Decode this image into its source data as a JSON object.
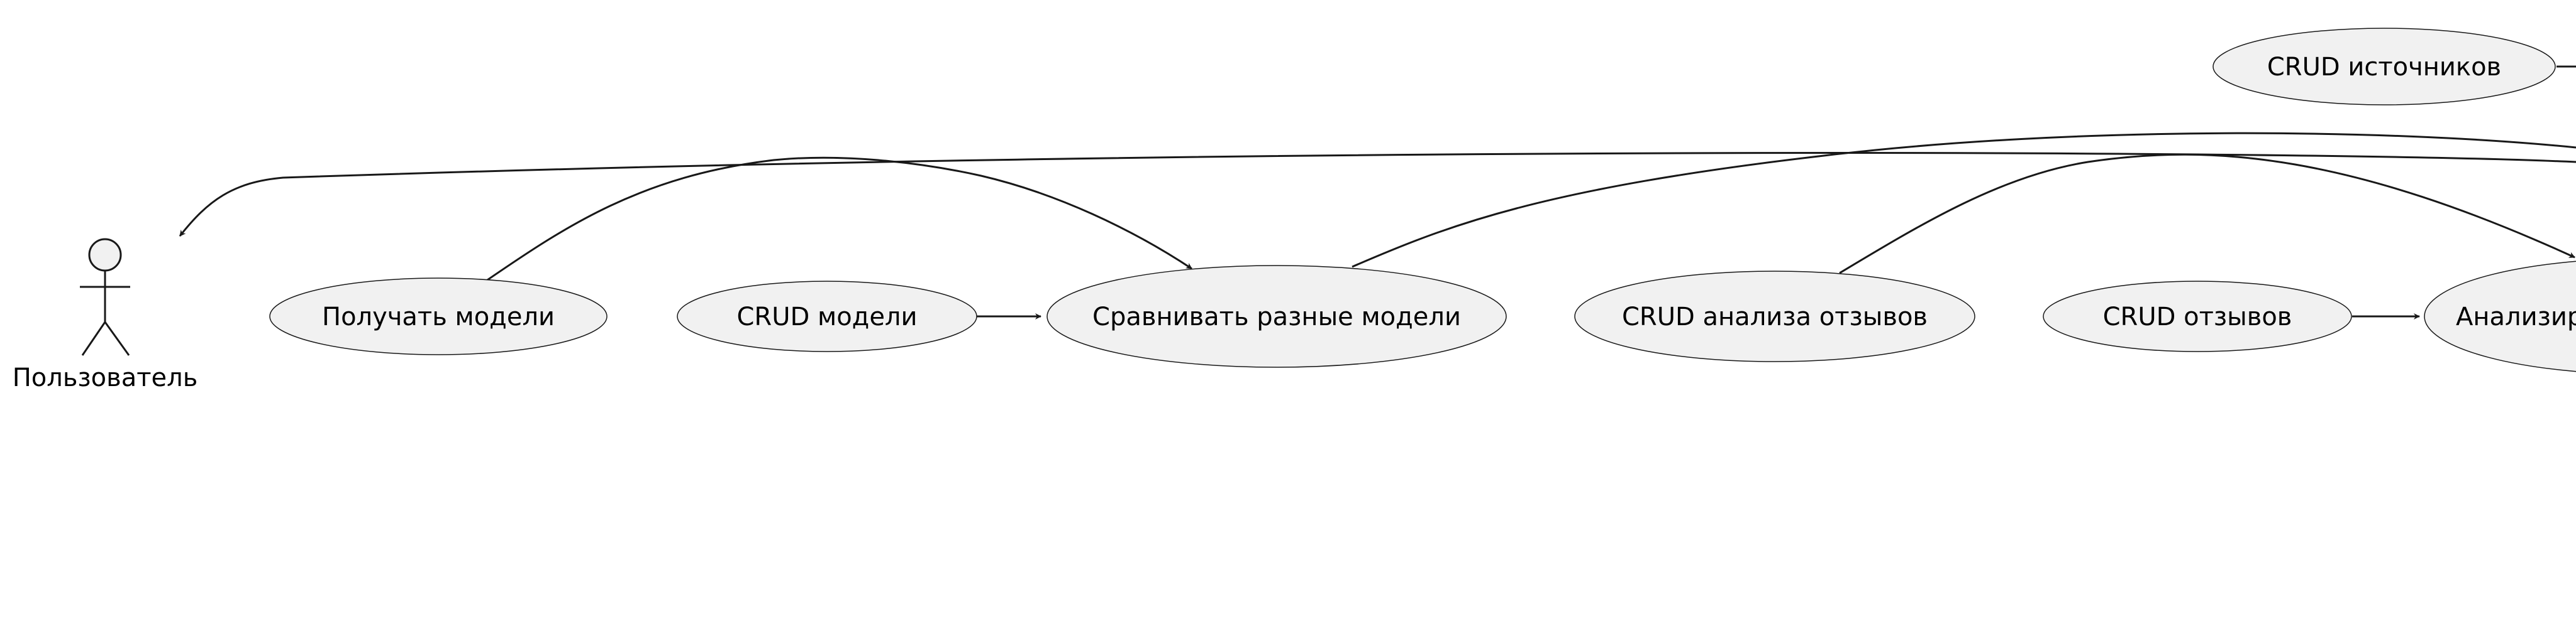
{
  "actor": {
    "label": "Пользователь"
  },
  "use_cases": {
    "get_models": "Получать модели",
    "crud_models": "CRUD модели",
    "compare_models": "Сравнивать разные модели",
    "crud_review_analysis": "CRUD анализа отзывов",
    "crud_reviews": "CRUD отзывов",
    "analyze_truncated": "Анализир",
    "crud_sources": "CRUD источников"
  },
  "colors": {
    "node_fill": "#f1f1f1",
    "stroke": "#181818"
  }
}
